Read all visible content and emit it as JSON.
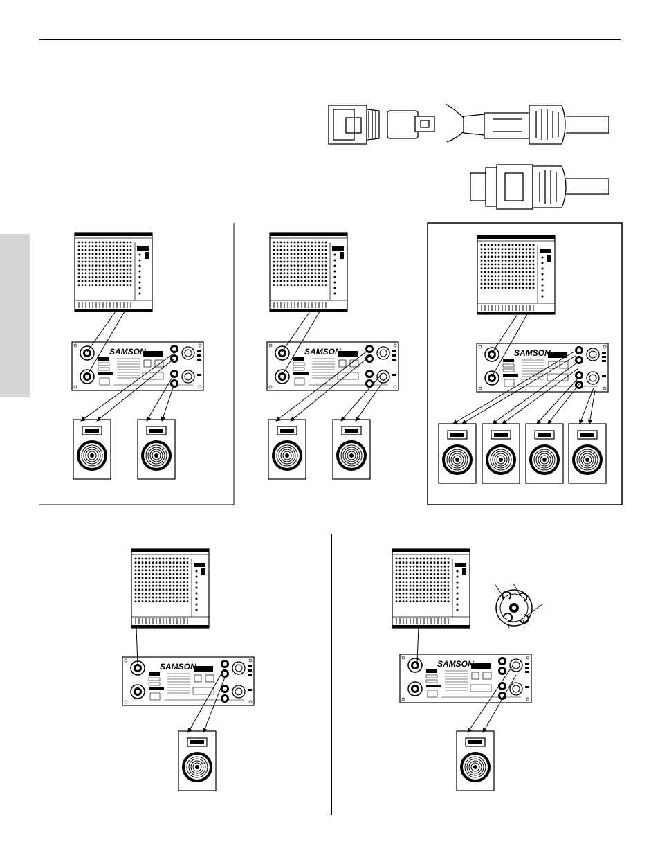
{
  "brand": {
    "logo_text": "SAMSON"
  },
  "colors": {
    "ink": "#000000",
    "paper": "#ffffff",
    "side_tab": "#d4d4d4"
  },
  "illustrations": {
    "connectors": {
      "icons": [
        "speakon-plug-exploded-icon",
        "speakon-plug-assembled-icon"
      ]
    },
    "diagrams": [
      {
        "name": "stereo-wiring-diagram",
        "speakers": 2
      },
      {
        "name": "parallel-wiring-diagram",
        "speakers": 2
      },
      {
        "name": "four-speaker-wiring-diagram",
        "speakers": 4
      },
      {
        "name": "bridge-mono-wiring-diagram",
        "speakers": 1
      },
      {
        "name": "bridge-mono-speakon-wiring-diagram",
        "speakers": 1
      }
    ]
  }
}
